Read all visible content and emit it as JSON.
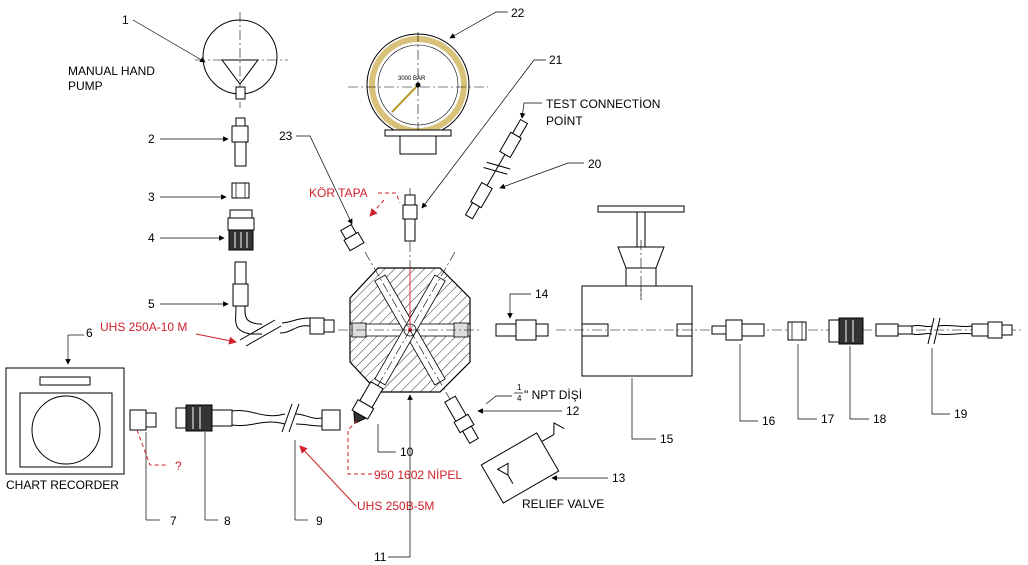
{
  "labels": {
    "manual_hand_pump_1": "MANUAL HAND",
    "manual_hand_pump_2": "PUMP",
    "test_connection_1": "TEST CONNECTİON",
    "test_connection_2": "POİNT",
    "kor_tapa": "KÖR TAPA",
    "uhs_250a": "UHS 250A-10 M",
    "npt_frac_num": "1",
    "npt_frac_den": "4",
    "npt_text": "\" NPT DİŞİ",
    "chart_recorder": "CHART RECORDER",
    "question": "?",
    "nipel": "950 1602 NİPEL",
    "uhs_250b": "UHS 250B-5M",
    "relief_valve": "RELIEF VALVE",
    "gauge_text": "3000 BAR"
  },
  "numbers": {
    "n1": "1",
    "n2": "2",
    "n3": "3",
    "n4": "4",
    "n5": "5",
    "n6": "6",
    "n7": "7",
    "n8": "8",
    "n9": "9",
    "n10": "10",
    "n11": "11",
    "n12": "12",
    "n13": "13",
    "n14": "14",
    "n15": "15",
    "n16": "16",
    "n17": "17",
    "n18": "18",
    "n19": "19",
    "n20": "20",
    "n21": "21",
    "n22": "22",
    "n23": "23"
  },
  "colors": {
    "annotation": "#d0202a",
    "line": "#000000",
    "gauge_ring": "#d8c27a"
  }
}
